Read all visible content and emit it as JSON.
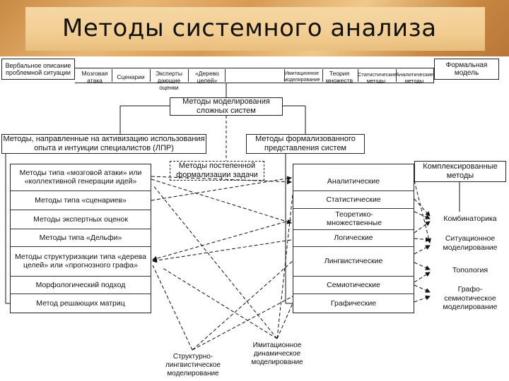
{
  "title": "Методы системного анализа",
  "top_row": {
    "verbal": "Вербальное описание проблемной ситуации",
    "items": [
      "Мозговая атака",
      "Сценарии",
      "Эксперты дающие оценки",
      "«Дерево целей»",
      "Имитационное моделирование",
      "Теория множеств",
      "Статистические методы",
      "Аналитические методы"
    ],
    "formal": "Формальная модель"
  },
  "complex_modeling": "Методы моделирования сложных систем",
  "left_group": {
    "header": "Методы, направленные на активизацию использования опыта и интуиции специалистов (ЛПР)",
    "items": [
      "Методы типа «мозговой атаки» или «коллективной генерации идей»",
      "Методы типа «сценариев»",
      "Методы экспертных оценок",
      "Методы типа «Дельфи»",
      "Методы структуризации типа «дерева целей» или «прогнозного графа»",
      "Морфологический подход",
      "Метод решающих матриц"
    ]
  },
  "sequential": "Методы постепенной формализации задачи",
  "right_group": {
    "header": "Методы формализованного представления систем",
    "items": [
      "Аналитические",
      "Статистические",
      "Теоретико-множественные",
      "Логические",
      "Лингвистические",
      "Семиотические",
      "Графические"
    ]
  },
  "complex_group": {
    "header": "Комплексированные методы",
    "items": [
      "Комбинаторика",
      "Ситуационное моделирование",
      "Топология",
      "Графо-семиотическое моделирование"
    ]
  },
  "bottom": {
    "structural": "Структурно-лингвистическое моделирование",
    "imitation": "Имитационное динамическое моделирование"
  }
}
